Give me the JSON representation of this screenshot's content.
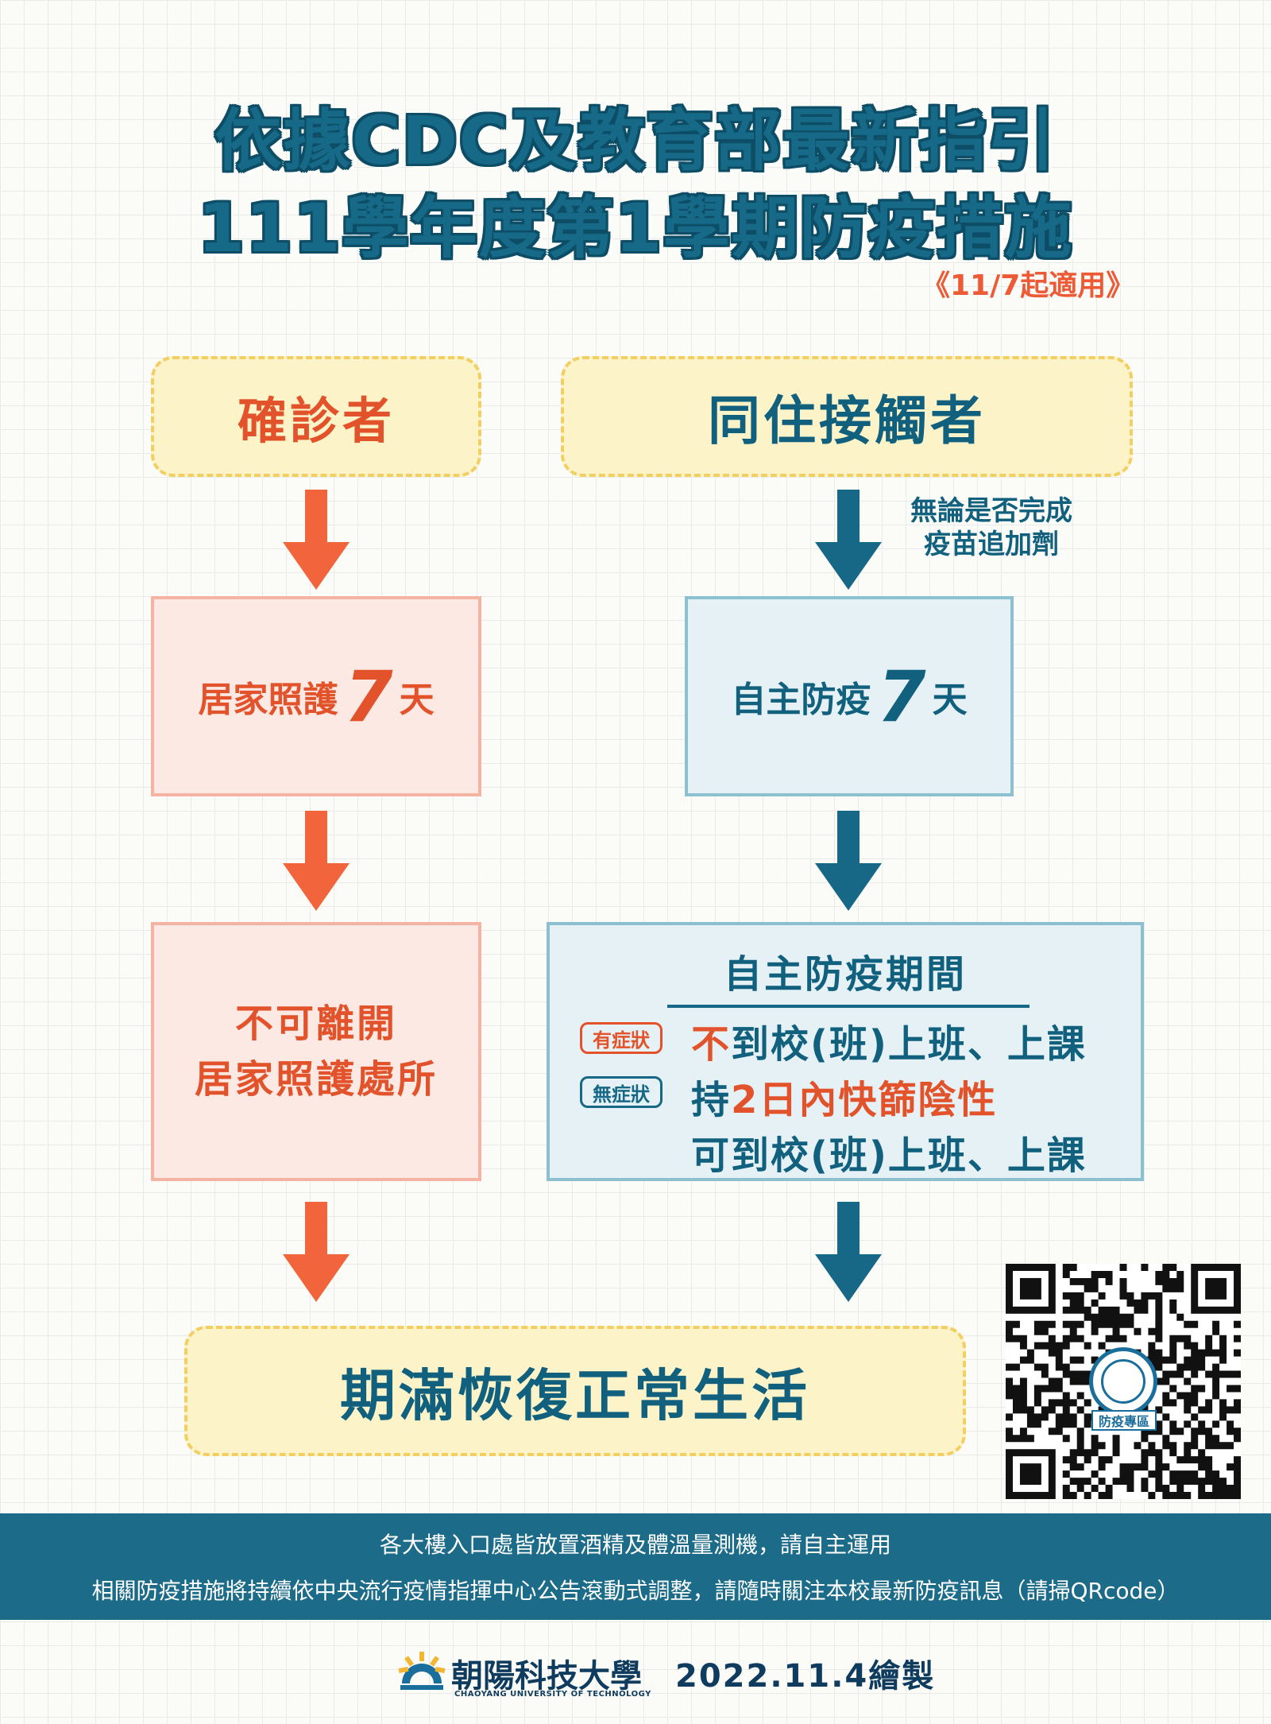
{
  "header": {
    "title_line1": "依據CDC及教育部最新指引",
    "title_line2": "111學年度第1學期防疫措施",
    "effective": "《11/7起適用》"
  },
  "left": {
    "head": "確診者",
    "step1_text": "居家照護",
    "step1_num": "7",
    "step1_unit": "天",
    "step2_line1": "不可離開",
    "step2_line2": "居家照護處所"
  },
  "right": {
    "head": "同住接觸者",
    "note_line1": "無論是否完成",
    "note_line2": "疫苗追加劑",
    "step1_text": "自主防疫",
    "step1_num": "7",
    "step1_unit": "天",
    "step2_title": "自主防疫期間",
    "tag_symptom": "有症狀",
    "tag_no_symptom": "無症狀",
    "row1_highlight": "不",
    "row1_rest": "到校(班)上班、上課",
    "row2_prefix": "持",
    "row2_highlight": "2日內快篩陰性",
    "row3": "可到校(班)上班、上課"
  },
  "final": "期滿恢復正常生活",
  "qr": {
    "label": "防疫專區"
  },
  "footer": {
    "line1": "各大樓入口處皆放置酒精及體溫量測機，請自主運用",
    "line2": "相關防疫措施將持續依中央流行疫情指揮中心公告滾動式調整，請隨時關注本校最新防疫訊息（請掃QRcode）"
  },
  "brand": {
    "name": "朝陽科技大學",
    "name_en": "CHAOYANG UNIVERSITY OF TECHNOLOGY",
    "date": "2022.11.4繪製"
  },
  "colors": {
    "orange": "#f1643c",
    "teal": "#176886",
    "yellow_fill": "#fcf3c9",
    "pink_fill": "#fde9e4",
    "blue_fill": "#e5f1f5",
    "footer_band": "#1c6b88"
  }
}
